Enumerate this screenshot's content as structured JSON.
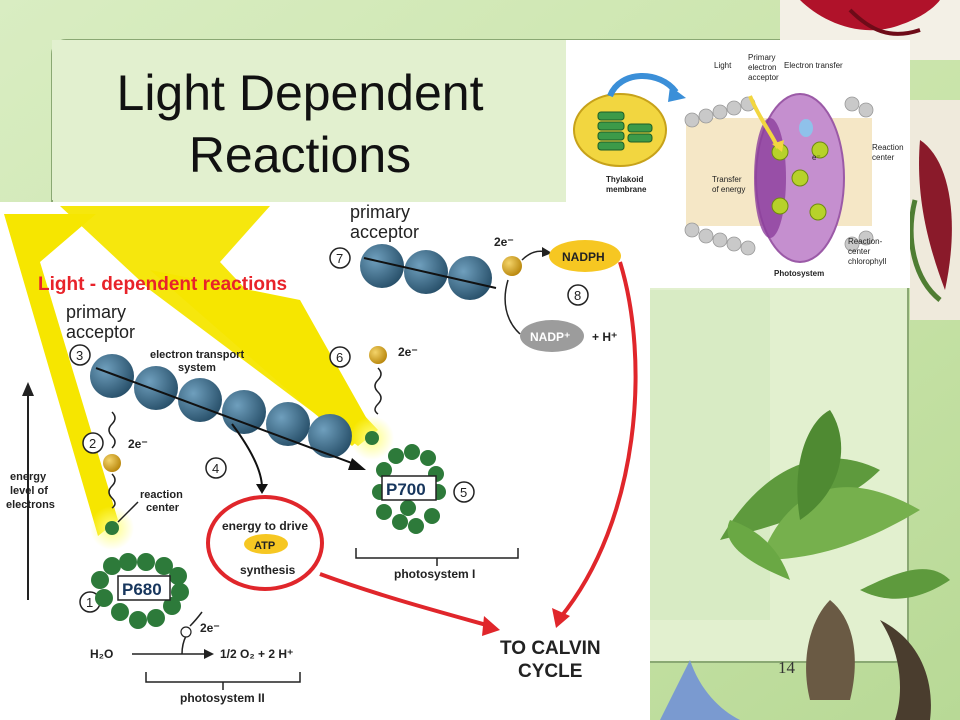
{
  "slide": {
    "title": "Light Dependent Reactions",
    "title_line1": "Light Dependent",
    "title_line2": "Reactions",
    "slide_number": "14"
  },
  "main_diagram": {
    "heading": "Light - dependent reactions",
    "energy_axis": [
      "energy",
      "level of",
      "electrons"
    ],
    "primary_acceptor_1": [
      "primary",
      "acceptor"
    ],
    "primary_acceptor_2": [
      "primary",
      "acceptor"
    ],
    "electron_transport": [
      "electron transport",
      "system"
    ],
    "reaction_center": [
      "reaction",
      "center"
    ],
    "energy_to_drive": "energy to drive",
    "atp": "ATP",
    "synthesis": "synthesis",
    "p680": "P680",
    "p700": "P700",
    "water": "H₂O",
    "oxygen_products": "1/2 O₂ + 2 H⁺",
    "two_e": "2e⁻",
    "nadph": "NADPH",
    "nadp": "NADP⁺",
    "plus_h": "+ H⁺",
    "photosystem_ii": "photosystem II",
    "photosystem_i": "photosystem I",
    "to_calvin": [
      "TO CALVIN",
      "CYCLE"
    ],
    "steps": [
      "1",
      "2",
      "3",
      "4",
      "5",
      "6",
      "7",
      "8"
    ]
  },
  "inset_diagram": {
    "light": "Light",
    "primary_electron_acceptor": [
      "Primary",
      "electron",
      "acceptor"
    ],
    "electron_transfer": "Electron transfer",
    "reaction_center": [
      "Reaction",
      "center"
    ],
    "thylakoid_membrane": [
      "Thylakoid",
      "membrane"
    ],
    "transfer_of_energy": [
      "Transfer",
      "of energy"
    ],
    "reaction_center_chlorophyll": [
      "Reaction-",
      "center",
      "chlorophyll"
    ],
    "photosystem": "Photosystem",
    "electron": "e⁻"
  },
  "colors": {
    "title_text": "#111111",
    "heading_red": "#e8232a",
    "arrow_red": "#e0262b",
    "chlorophyll_green": "#2d7a3a",
    "carrier_blue": "#3c6d8c",
    "light_yellow": "#f6e600",
    "background_green": "#cfe6b4"
  }
}
